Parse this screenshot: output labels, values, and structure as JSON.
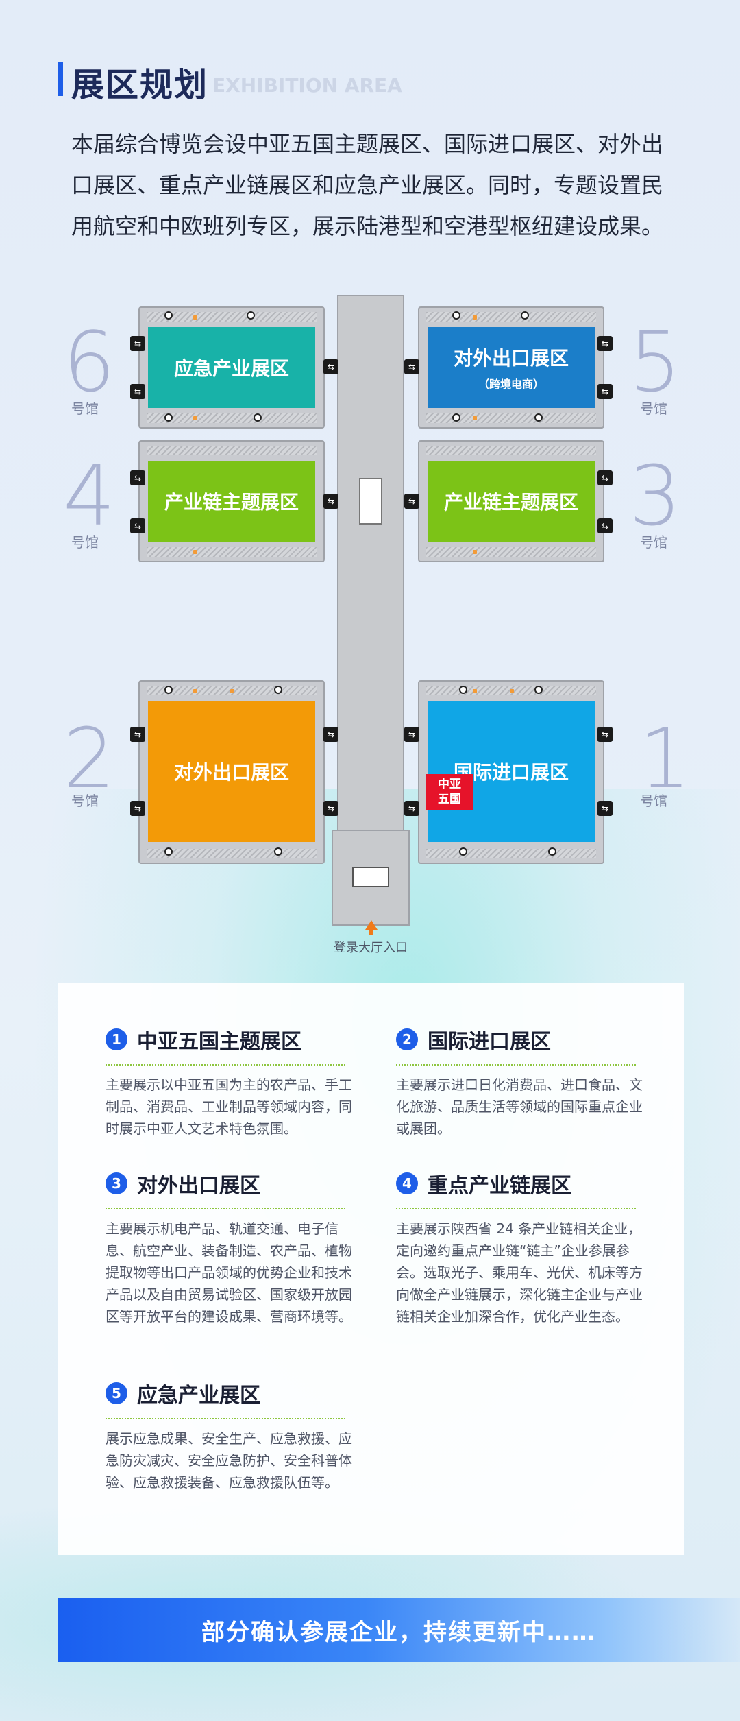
{
  "header": {
    "title": "展区规划",
    "title_en": "EXHIBITION AREA",
    "intro": "本届综合博览会设中亚五国主题展区、国际进口展区、对外出口展区、重点产业链展区和应急产业展区。同时，专题设置民用航空和中欧班列专区，展示陆港型和空港型枢纽建设成果。"
  },
  "map": {
    "hall_label": "号馆",
    "halls": [
      {
        "num": "6",
        "zone": "应急产业展区",
        "sub": "",
        "color": "#18b2a8"
      },
      {
        "num": "5",
        "zone": "对外出口展区",
        "sub": "（跨境电商）",
        "color": "#1b7ec9"
      },
      {
        "num": "4",
        "zone": "产业链主题展区",
        "sub": "",
        "color": "#7cc317"
      },
      {
        "num": "3",
        "zone": "产业链主题展区",
        "sub": "",
        "color": "#7cc317"
      },
      {
        "num": "2",
        "zone": "对外出口展区",
        "sub": "",
        "color": "#f39a07"
      },
      {
        "num": "1",
        "zone": "国际进口展区",
        "sub": "",
        "color": "#10a6e6"
      }
    ],
    "badge": "中亚\n五国",
    "entrance_label": "登录大厅入口"
  },
  "sections": [
    {
      "num": "1",
      "title": "中亚五国主题展区",
      "body": "主要展示以中亚五国为主的农产品、手工制品、消费品、工业制品等领域内容，同时展示中亚人文艺术特色氛围。"
    },
    {
      "num": "2",
      "title": "国际进口展区",
      "body": "主要展示进口日化消费品、进口食品、文化旅游、品质生活等领域的国际重点企业或展团。"
    },
    {
      "num": "3",
      "title": "对外出口展区",
      "body": "主要展示机电产品、轨道交通、电子信息、航空产业、装备制造、农产品、植物提取物等出口产品领域的优势企业和技术产品以及自由贸易试验区、国家级开放园区等开放平台的建设成果、营商环境等。"
    },
    {
      "num": "4",
      "title": "重点产业链展区",
      "body": "主要展示陕西省 24 条产业链相关企业，定向邀约重点产业链“链主”企业参展参会。选取光子、乘用车、光伏、机床等方向做全产业链展示，深化链主企业与产业链相关企业加深合作，优化产业生态。"
    },
    {
      "num": "5",
      "title": "应急产业展区",
      "body": "展示应急成果、安全生产、应急救援、应急防灾减灾、安全应急防护、安全科普体验、应急救援装备、应急救援队伍等。"
    }
  ],
  "banner": "部分确认参展企业，持续更新中……"
}
